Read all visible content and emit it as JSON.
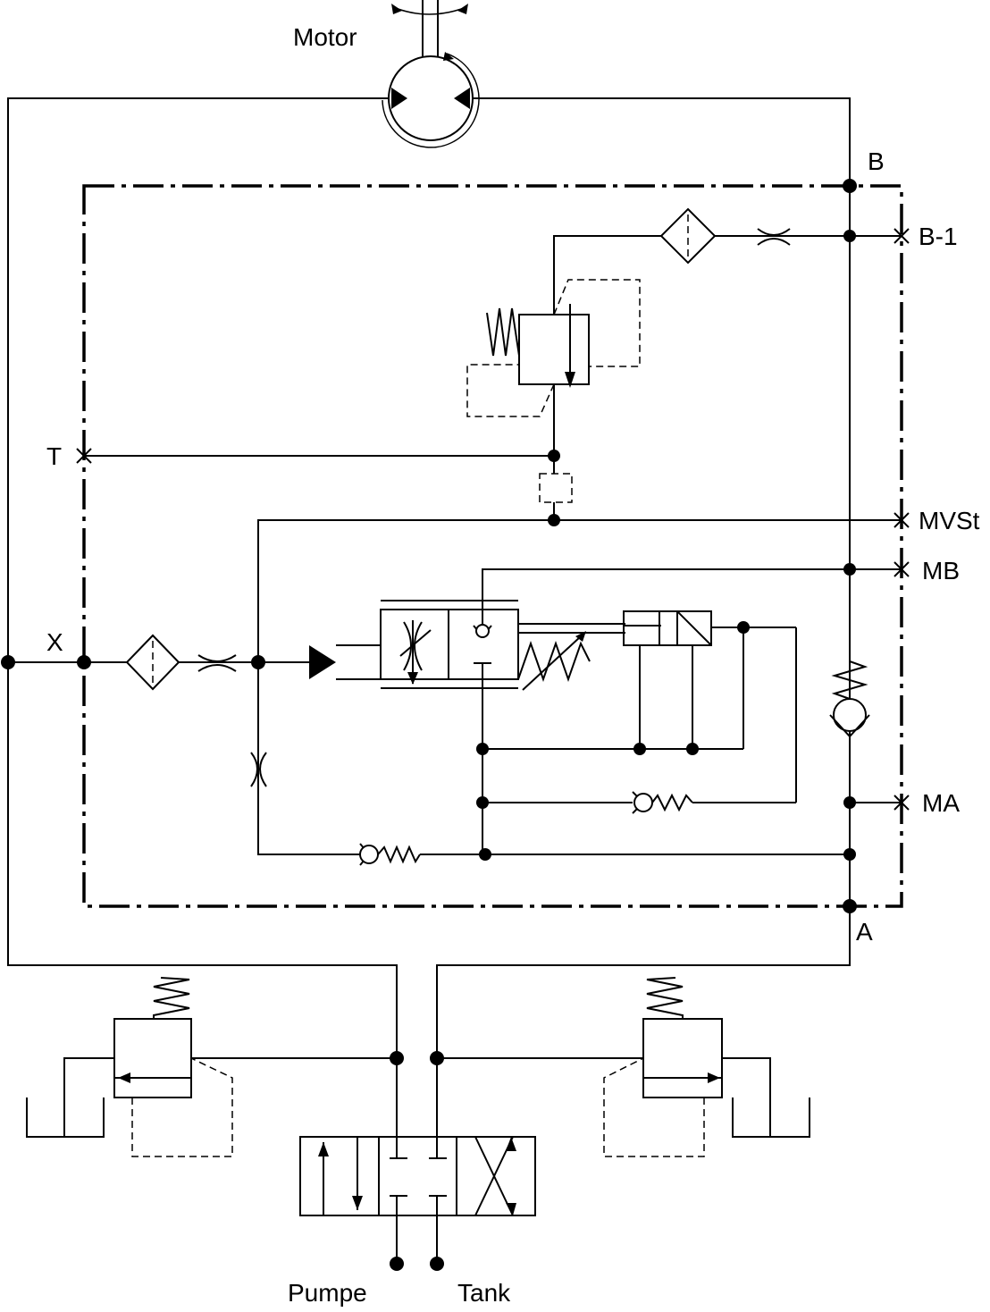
{
  "labels": {
    "motor": "Motor",
    "b": "B",
    "b1": "B-1",
    "t": "T",
    "mvst": "MVSt",
    "mb": "MB",
    "x": "X",
    "ma": "MA",
    "a": "A",
    "pumpe": "Pumpe",
    "tank": "Tank"
  },
  "colors": {
    "line": "#000000",
    "background": "#ffffff"
  }
}
